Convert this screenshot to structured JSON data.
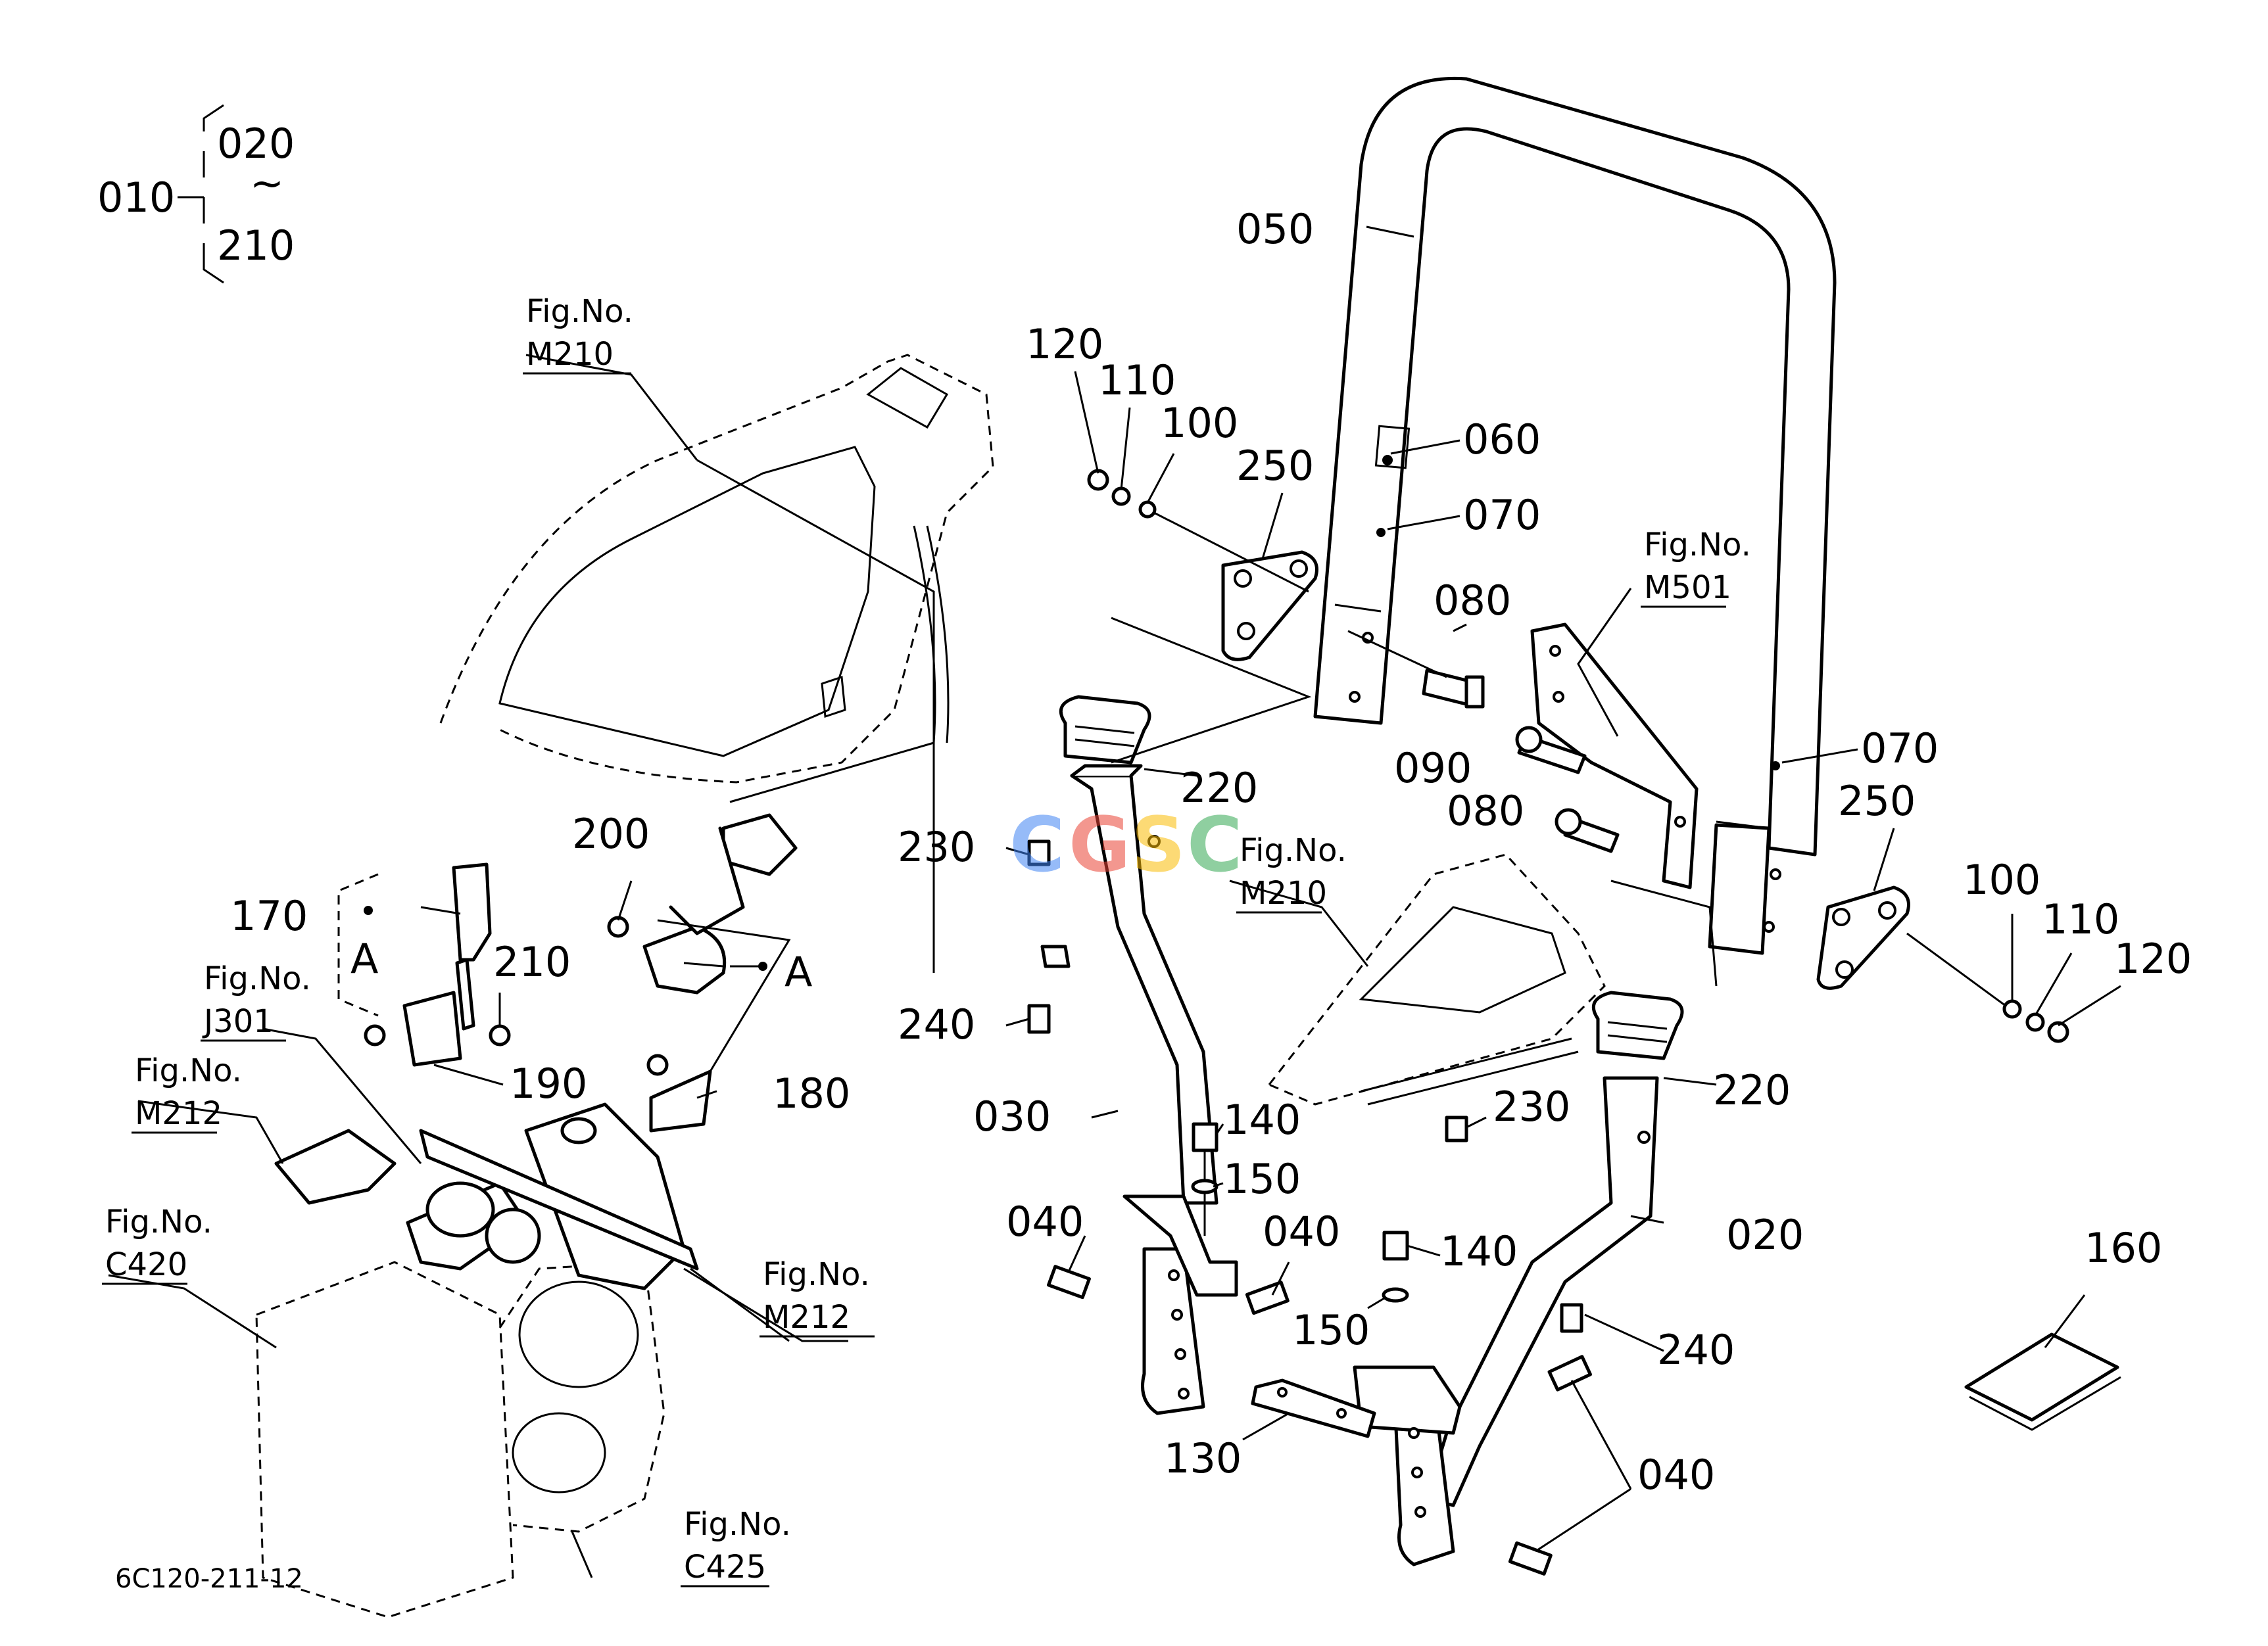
{
  "assembly": {
    "main": "010",
    "range_start": "020",
    "range_sep": "~",
    "range_end": "210"
  },
  "parts": {
    "p020": "020",
    "p030": "030",
    "p040a": "040",
    "p040b": "040",
    "p040c": "040",
    "p050": "050",
    "p060": "060",
    "p070a": "070",
    "p070b": "070",
    "p080a": "080",
    "p080b": "080",
    "p090": "090",
    "p100a": "100",
    "p100b": "100",
    "p110a": "110",
    "p110b": "110",
    "p120a": "120",
    "p120b": "120",
    "p130": "130",
    "p140a": "140",
    "p140b": "140",
    "p150a": "150",
    "p150b": "150",
    "p160": "160",
    "p170": "170",
    "p180": "180",
    "p190": "190",
    "p200": "200",
    "p210": "210",
    "p220a": "220",
    "p220b": "220",
    "p230a": "230",
    "p230b": "230",
    "p240a": "240",
    "p240b": "240",
    "p250a": "250",
    "p250b": "250"
  },
  "marker": {
    "a1": "A",
    "a2": "A"
  },
  "figs": {
    "m210a": {
      "line1": "Fig.No.",
      "line2": "M210"
    },
    "m210b": {
      "line1": "Fig.No.",
      "line2": "M210"
    },
    "m501": {
      "line1": "Fig.No.",
      "line2": "M501"
    },
    "j301": {
      "line1": "Fig.No.",
      "line2": "J301"
    },
    "m212a": {
      "line1": "Fig.No.",
      "line2": "M212"
    },
    "m212b": {
      "line1": "Fig.No.",
      "line2": "M212"
    },
    "c420": {
      "line1": "Fig.No.",
      "line2": "C420"
    },
    "c425": {
      "line1": "Fig.No.",
      "line2": "C425"
    }
  },
  "watermark": {
    "letters": [
      "C",
      "G",
      "S",
      "C"
    ],
    "colors": [
      "#4285F4",
      "#EA4335",
      "#FBBC05",
      "#34A853"
    ]
  },
  "drawing_code": "6C120-211-12"
}
